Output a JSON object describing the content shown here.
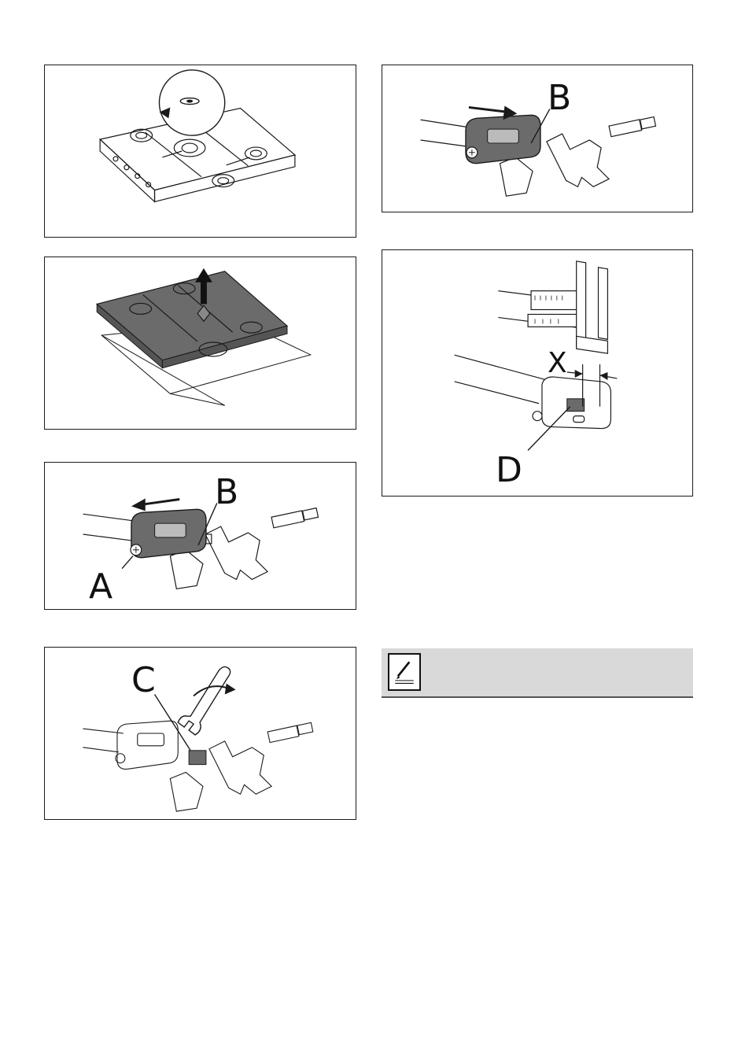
{
  "callouts": {
    "a": "A",
    "b1": "B",
    "b2": "B",
    "c": "C",
    "d": "D",
    "x": "X"
  },
  "colors": {
    "line": "#1a1a1a",
    "part_dark": "#6b6b6b",
    "note_bg": "#d9d9d9"
  },
  "icons": {
    "note": "pencil-note-icon",
    "arrow": "direction-arrow-icon",
    "wrench": "wrench-icon"
  }
}
